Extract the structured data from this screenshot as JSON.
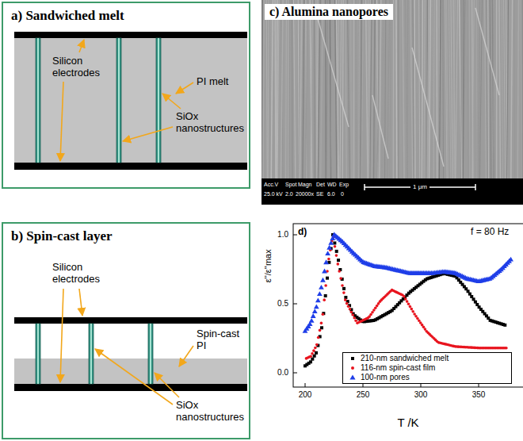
{
  "diagram": {
    "nodes": [
      {
        "text": [
          "a) Sandwiched melt"
        ]
      },
      {
        "text": [
          "b) Spin-cast layer"
        ]
      },
      {
        "text": [
          "c) Alumina nanopores"
        ]
      }
    ],
    "labels": [
      "Silicon electrodes",
      "PI melt",
      "SiOx nanostructures",
      "Silicon electrodes",
      "Spin-cast PI",
      "SiOx nanostructures",
      "Acc.V",
      "Spot",
      "Magn",
      "Det",
      "WD",
      "Exp",
      "25.0 kV",
      "2.0",
      "20000x",
      "SE",
      "6.0",
      "0",
      "1 μm",
      "d)",
      "f = 80 Hz",
      "1.0",
      "0.5",
      "0.0",
      "200",
      "250",
      "300",
      "350",
      "T /K",
      "ε''/ε''max"
    ],
    "legend": [
      {
        "text": "210-nm sandwiched melt"
      },
      {
        "text": "116-nm spin-cast film"
      },
      {
        "text": "100-nm pores"
      }
    ]
  }
}
